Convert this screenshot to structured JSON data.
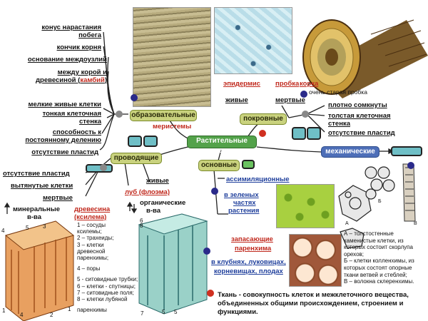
{
  "center": {
    "label": "Растительные ткани"
  },
  "boxes": {
    "educational": {
      "label": "образовательные",
      "sublabel": "меристемы"
    },
    "integumentary": {
      "label": "покровные"
    },
    "conducting": {
      "label": "проводящие"
    },
    "ground": {
      "label": "основные"
    },
    "mechanical": {
      "label": "механические"
    }
  },
  "meristem": {
    "locations": [
      "конус нарастания",
      "побега",
      "кончик корня",
      "основание междоузлий",
      "между корой и",
      "древесиной (",
      "камбий",
      ")"
    ],
    "features": [
      "мелкие живые клетки",
      "тонкая клеточная",
      "стенка",
      "способность к",
      "постоянному делению",
      "отсутствие пластид"
    ]
  },
  "cover": {
    "epidermis": "эпидермис",
    "cork": "пробка",
    "bark": "корка",
    "old_cork": "очень старая пробка",
    "alive": "живые",
    "dead": "мертвые",
    "features": [
      "плотно сомкнуты",
      "толстая клеточная",
      "стенка",
      "отсутствие пластид"
    ]
  },
  "conduct": {
    "features": [
      "отсутствие пластид",
      "вытянутые клетки",
      "мертвые"
    ],
    "alive": "живые",
    "phloem": "луб (флоэма)",
    "organic": [
      "органические",
      "в-ва"
    ],
    "minerals": [
      "минеральные",
      "в-ва"
    ],
    "xylem": [
      "древесина",
      "(ксилема)"
    ],
    "xylem_legend": [
      "1 – сосуды",
      "ксилемы;",
      "2 – трахеиды;",
      "3 – клетки",
      "древесной",
      "паренхимы;",
      "",
      "4 – поры",
      "",
      "5 - ситовидные трубки;",
      "6 – клетки - спутницы;",
      "7 – ситовидные поля;",
      "8 – клетки лубяной",
      "",
      "паренхимы"
    ]
  },
  "ground": {
    "assim": "ассимиляционные",
    "assim_where": [
      "в зеленых",
      "частях",
      "растения"
    ],
    "storage": [
      "запасающие",
      "паренхима"
    ],
    "storage_where": [
      "в клубнях, луковицах,",
      "корневищах, плодах"
    ]
  },
  "mech": {
    "legend": [
      "А – толстостенные",
      "каменистые клетки, из",
      "которых состоит скорлупа",
      "орехов;",
      "Б – клетки колленхимы, из",
      "которых состоят опорные",
      "ткани ветвей и стеблей;",
      "В – волокна склеренхимы."
    ],
    "letters": [
      "А",
      "Б",
      "В"
    ]
  },
  "definition": [
    "Ткань - совокупность клеток и межклеточного вещества,",
    "объединенных общими происхождением, строением и",
    "функциями."
  ],
  "figure_numbers": {
    "left": [
      "4",
      "3",
      "5",
      "1",
      "4",
      "2",
      "1"
    ],
    "right": [
      "8",
      "6",
      "7",
      "5",
      "5"
    ]
  },
  "colors": {
    "red_dot": "#d03020",
    "blue_dot": "#2a2a8a",
    "grey_dot": "#888888"
  }
}
